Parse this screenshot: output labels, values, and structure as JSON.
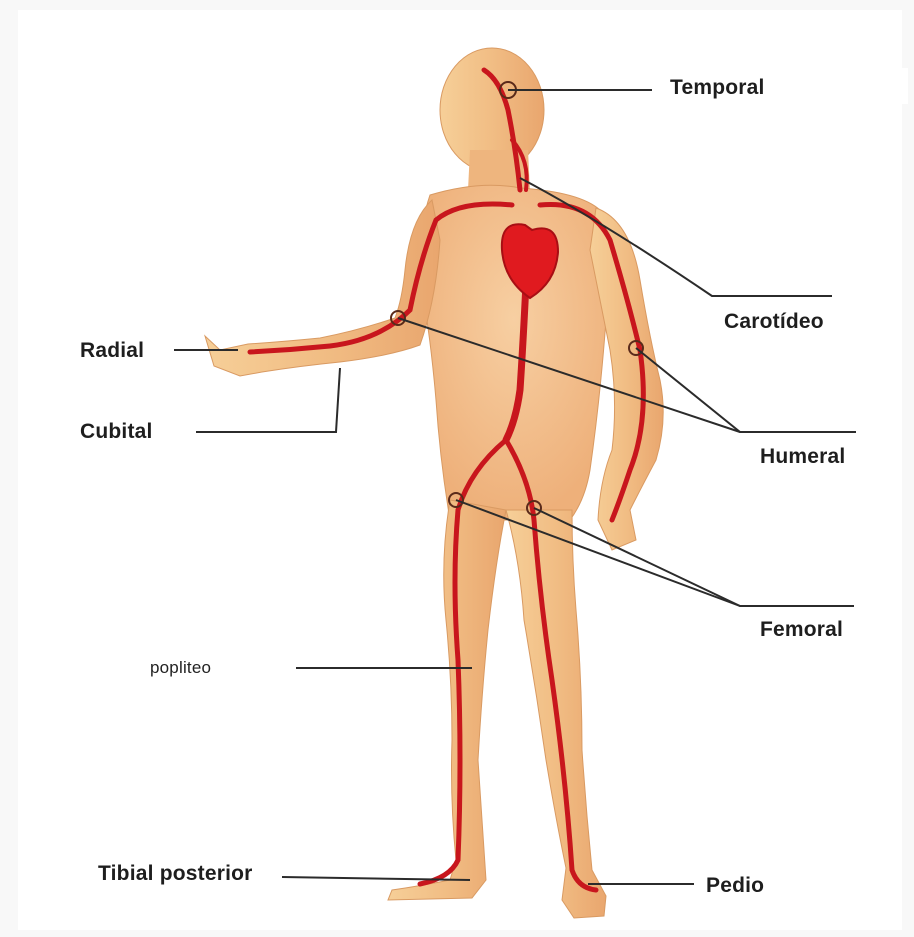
{
  "diagram": {
    "labels": {
      "temporal": "Temporal",
      "carotideo": "Carotídeo",
      "radial": "Radial",
      "cubital": "Cubital",
      "humeral": "Humeral",
      "femoral": "Femoral",
      "popliteo": "popliteo",
      "tibial_posterior": "Tibial posterior",
      "pedio": "Pedio"
    },
    "colors": {
      "skin": "#f2c48a",
      "skin_shadow": "#e8a870",
      "artery": "#c8161d",
      "heart": "#e01a1f",
      "leader_line": "#2b2b2b"
    }
  }
}
